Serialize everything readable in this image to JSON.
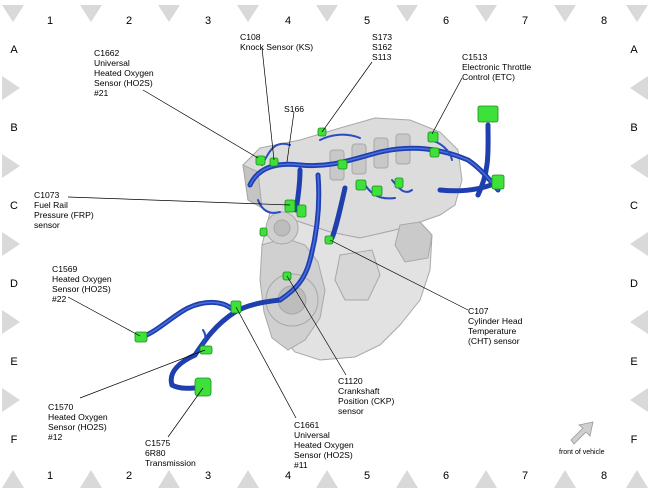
{
  "grid": {
    "columns": [
      "1",
      "2",
      "3",
      "4",
      "5",
      "6",
      "7",
      "8"
    ],
    "rows": [
      "A",
      "B",
      "C",
      "D",
      "E",
      "F"
    ]
  },
  "callouts": [
    {
      "id": "c108",
      "lines": [
        "C108",
        "Knock Sensor (KS)"
      ]
    },
    {
      "id": "s173",
      "lines": [
        "S173",
        "S162",
        "S113"
      ]
    },
    {
      "id": "c1662",
      "lines": [
        "C1662",
        "Universal",
        "Heated Oxygen",
        "Sensor (HO2S)",
        "#21"
      ]
    },
    {
      "id": "c1513",
      "lines": [
        "C1513",
        "Electronic Throttle",
        "Control (ETC)"
      ]
    },
    {
      "id": "s166",
      "lines": [
        "S166"
      ]
    },
    {
      "id": "c1073",
      "lines": [
        "C1073",
        "Fuel Rail",
        "Pressure (FRP)",
        "sensor"
      ]
    },
    {
      "id": "c1569",
      "lines": [
        "C1569",
        "Heated Oxygen",
        "Sensor (HO2S)",
        "#22"
      ]
    },
    {
      "id": "c107",
      "lines": [
        "C107",
        "Cylinder Head",
        "Temperature",
        "(CHT) sensor"
      ]
    },
    {
      "id": "c1120",
      "lines": [
        "C1120",
        "Crankshaft",
        "Position (CKP)",
        "sensor"
      ]
    },
    {
      "id": "c1570",
      "lines": [
        "C1570",
        "Heated Oxygen",
        "Sensor (HO2S)",
        "#12"
      ]
    },
    {
      "id": "c1661",
      "lines": [
        "C1661",
        "Universal",
        "Heated Oxygen",
        "Sensor (HO2S)",
        "#11"
      ]
    },
    {
      "id": "c1575",
      "lines": [
        "C1575",
        "6R80",
        "Transmission"
      ]
    }
  ],
  "orientation_label": "front of vehicle",
  "colors": {
    "harness": "#1f3fae",
    "harness_highlight": "#4a6fe0",
    "connector": "#3ee03a",
    "engine": "#d8d8d8",
    "engine_outline": "#a8a8a8",
    "border_triangle": "#d9d9d9",
    "arrow": "#cfcfcf"
  }
}
